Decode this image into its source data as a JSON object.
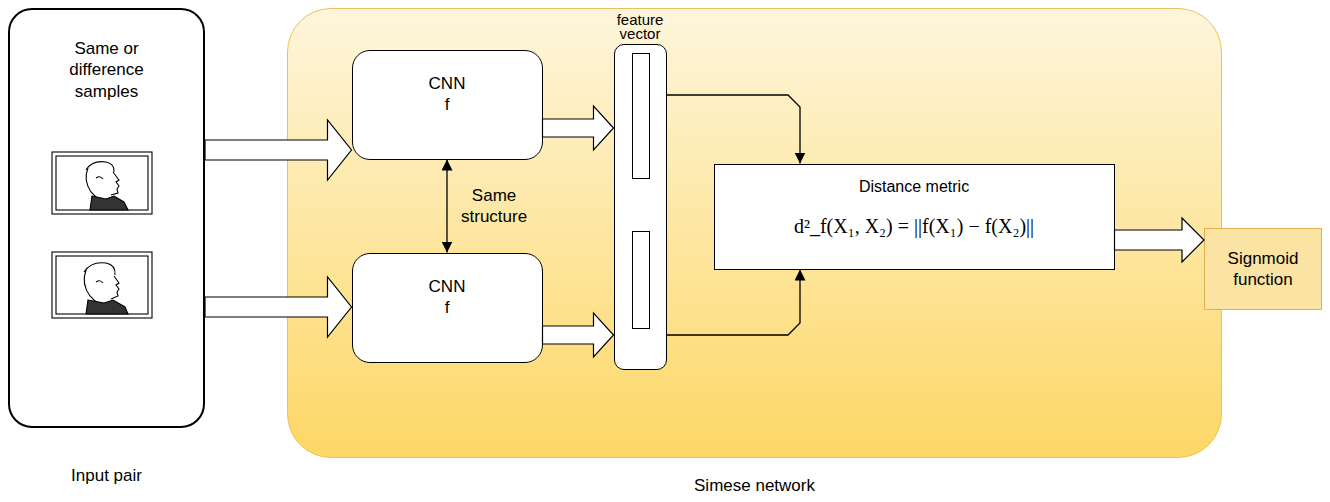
{
  "diagram": {
    "nodes": [
      {
        "text": [
          "Same or difference samples",
          "Input pair"
        ]
      },
      {
        "text": [
          "Simese network"
        ]
      },
      {
        "text": [
          "CNN f"
        ],
        "in": 1
      },
      {
        "text": [
          "CNN f"
        ],
        "in": 1
      },
      {
        "text": [
          "feature vector"
        ],
        "in": 1
      },
      {
        "text": [
          "Distance metric",
          "d²_f(X₁, X₂) = ||f(X₁) − f(X₂)||"
        ],
        "in": 1
      },
      {
        "text": [
          "Signmoid function"
        ]
      }
    ],
    "edges": [
      {
        "from": 0,
        "to": 2,
        "arrow": "to"
      },
      {
        "from": 0,
        "to": 3,
        "arrow": "to"
      },
      {
        "from": 2,
        "to": 4,
        "arrow": "to"
      },
      {
        "from": 3,
        "to": 4,
        "arrow": "to"
      },
      {
        "from": 4,
        "to": 5,
        "arrow": "to"
      },
      {
        "from": 4,
        "to": 5,
        "arrow": "to"
      },
      {
        "from": 5,
        "to": 6,
        "arrow": "to"
      },
      {
        "from": 2,
        "to": 3,
        "label": "Same structure",
        "arrow": "both"
      }
    ]
  }
}
